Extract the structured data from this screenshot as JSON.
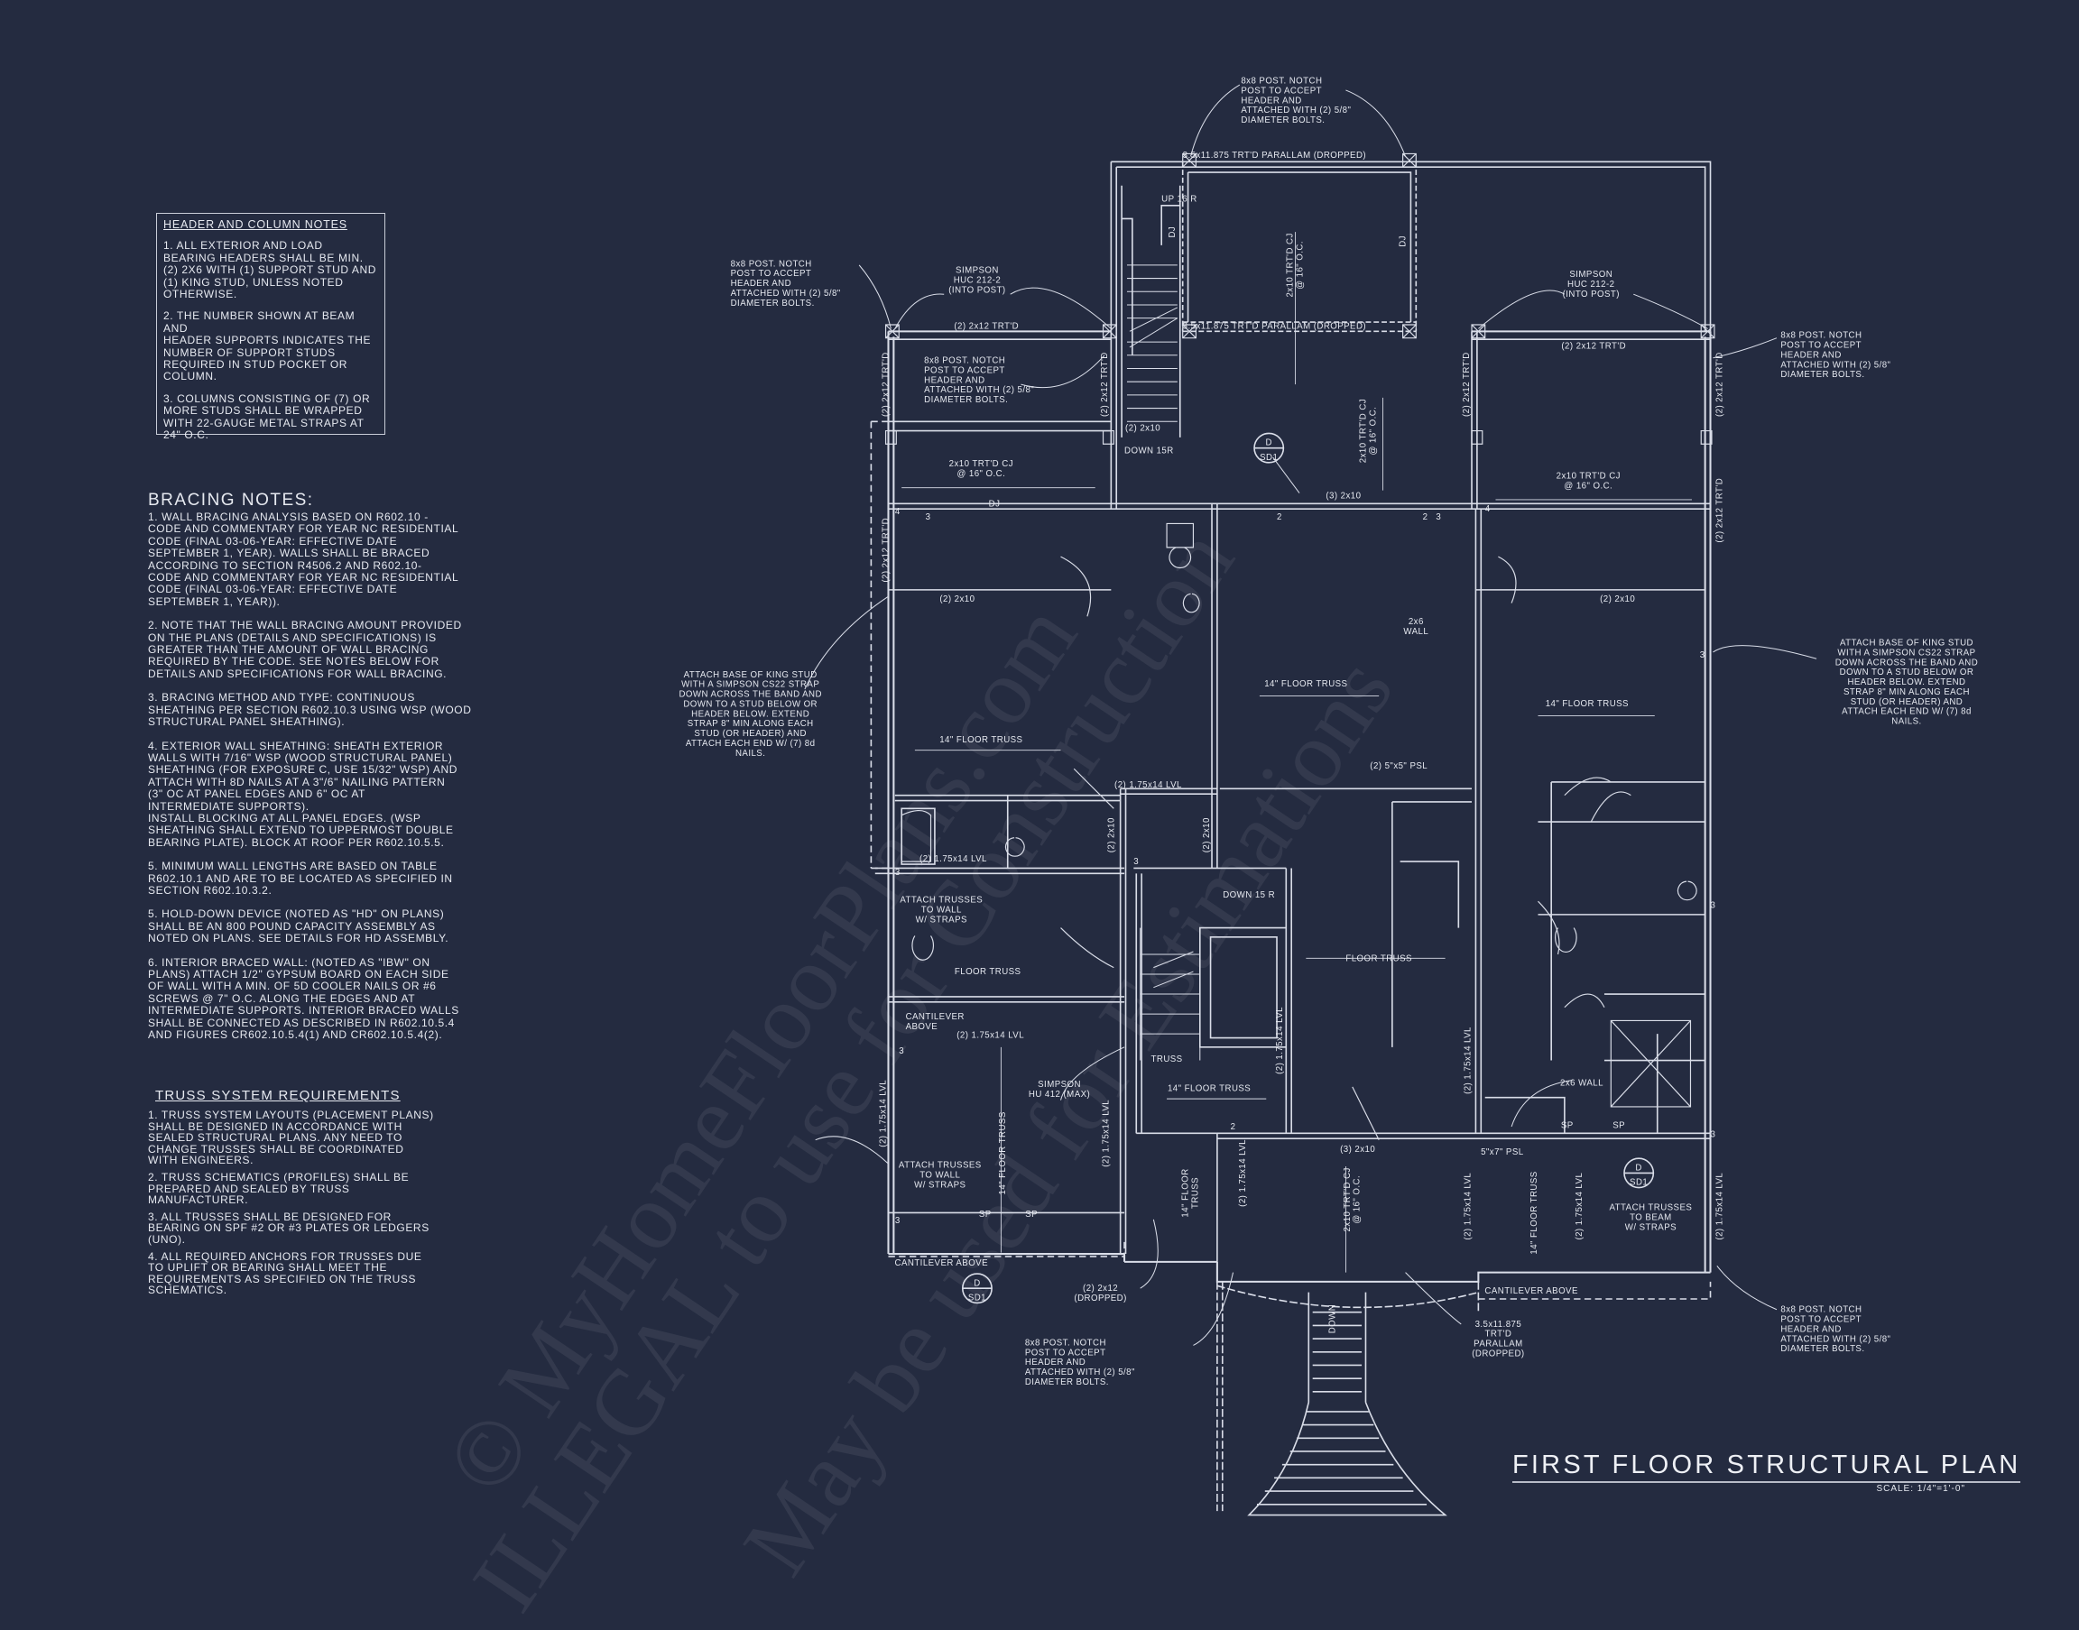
{
  "colors": {
    "background": "#242b40",
    "linework": "#d9dde8"
  },
  "watermark": [
    "© MyHomeFloorPlans.com",
    "ILLEGAL to use for Construction",
    "May be used for Estimations"
  ],
  "header_notes": {
    "title": "HEADER AND COLUMN NOTES",
    "items": [
      [
        "1. ALL EXTERIOR AND LOAD",
        "BEARING HEADERS SHALL BE MIN.",
        "(2) 2x6 WITH (1) SUPPORT STUD AND",
        "(1) KING STUD, UNLESS NOTED",
        "OTHERWISE."
      ],
      [
        "2. THE NUMBER SHOWN AT BEAM AND",
        "HEADER SUPPORTS INDICATES THE",
        "NUMBER OF SUPPORT STUDS",
        "REQUIRED IN STUD POCKET OR",
        "COLUMN."
      ],
      [
        "3. COLUMNS CONSISTING OF (7) OR",
        "MORE STUDS SHALL BE WRAPPED",
        "WITH 22-GAUGE METAL STRAPS AT",
        "24\" O.C."
      ]
    ]
  },
  "bracing_notes": {
    "title": "BRACING NOTES:",
    "items": [
      [
        "1. WALL BRACING ANALYSIS BASED ON R602.10 -",
        "CODE AND COMMENTARY FOR YEAR NC RESIDENTIAL",
        "CODE (FINAL 03-06-YEAR: EFFECTIVE DATE",
        "SEPTEMBER 1, YEAR). WALLS SHALL BE BRACED",
        "ACCORDING TO SECTION R4506.2 AND R602.10-",
        "CODE AND COMMENTARY FOR YEAR NC RESIDENTIAL",
        "CODE (FINAL 03-06-YEAR: EFFECTIVE DATE",
        "SEPTEMBER 1, YEAR))."
      ],
      [
        "2. NOTE THAT THE WALL BRACING AMOUNT PROVIDED",
        "ON THE PLANS (DETAILS AND SPECIFICATIONS) IS",
        "GREATER THAN THE AMOUNT OF WALL BRACING",
        "REQUIRED BY THE CODE. SEE NOTES BELOW FOR",
        "DETAILS AND SPECIFICATIONS FOR WALL BRACING."
      ],
      [
        "3. BRACING METHOD AND TYPE: CONTINUOUS",
        "SHEATHING PER SECTION R602.10.3 USING WSP (WOOD",
        "STRUCTURAL PANEL SHEATHING)."
      ],
      [
        "4. EXTERIOR WALL SHEATHING: SHEATH EXTERIOR",
        "WALLS WITH 7/16\" WSP (WOOD STRUCTURAL PANEL)",
        "SHEATHING (FOR EXPOSURE C, USE 15/32\" WSP) AND",
        "ATTACH WITH 8d NAILS AT A 3\"/6\" NAILING PATTERN",
        "(3\" OC AT PANEL EDGES AND 6\" OC AT",
        "INTERMEDIATE SUPPORTS).",
        "INSTALL BLOCKING AT ALL PANEL EDGES. (WSP",
        "SHEATHING SHALL EXTEND TO UPPERMOST DOUBLE",
        "BEARING PLATE). BLOCK AT ROOF PER R602.10.5.5."
      ],
      [
        "5. MINIMUM WALL LENGTHS ARE BASED ON TABLE",
        "R602.10.1 AND ARE TO BE LOCATED AS SPECIFIED IN",
        "SECTION R602.10.3.2."
      ],
      [
        "5. HOLD-DOWN DEVICE (NOTED AS \"HD\" ON PLANS)",
        "SHALL BE AN 800 POUND CAPACITY ASSEMBLY AS",
        "NOTED ON PLANS. SEE DETAILS FOR HD ASSEMBLY."
      ],
      [
        "6. INTERIOR BRACED WALL: (NOTED AS \"IBW\" ON",
        "PLANS) ATTACH 1/2\" GYPSUM BOARD ON EACH SIDE",
        "OF WALL WITH A MIN. OF 5d COOLER NAILS OR #6",
        "SCREWS @ 7\" O.C. ALONG THE EDGES AND AT",
        "INTERMEDIATE SUPPORTS.  INTERIOR BRACED WALLS",
        "SHALL BE CONNECTED AS DESCRIBED IN R602.10.5.4",
        "AND FIGURES CR602.10.5.4(1) AND CR602.10.5.4(2)."
      ]
    ]
  },
  "truss_notes": {
    "title": "TRUSS SYSTEM REQUIREMENTS",
    "items": [
      [
        "1. TRUSS SYSTEM LAYOUTS (PLACEMENT PLANS)",
        "SHALL BE DESIGNED IN ACCORDANCE WITH",
        "SEALED STRUCTURAL PLANS. ANY NEED TO",
        "CHANGE TRUSSES SHALL BE COORDINATED",
        "WITH  ENGINEERS."
      ],
      [
        "2. TRUSS SCHEMATICS (PROFILES) SHALL BE",
        "PREPARED AND SEALED BY TRUSS",
        "MANUFACTURER."
      ],
      [
        "3. ALL TRUSSES SHALL BE DESIGNED FOR",
        "BEARING ON SPF #2 OR #3 PLATES OR LEDGERS",
        "(UNO)."
      ],
      [
        "4. ALL REQUIRED ANCHORS FOR TRUSSES DUE",
        "TO UPLIFT OR BEARING SHALL MEET THE",
        "REQUIREMENTS AS SPECIFIED ON THE TRUSS",
        "SCHEMATICS."
      ]
    ]
  },
  "plan": {
    "title": "FIRST FLOOR STRUCTURAL PLAN",
    "scale": "SCALE: 1/4\"=1'-0\"",
    "post_callout": [
      "8x8 POST. NOTCH",
      "POST TO ACCEPT",
      "HEADER AND",
      "ATTACHED WITH (2) 5/8\"",
      "DIAMETER BOLTS."
    ],
    "king_stud_callout": [
      "ATTACH BASE OF KING STUD",
      "WITH A SIMPSON CS22 STRAP",
      "DOWN ACROSS THE BAND AND",
      "DOWN TO A STUD BELOW OR",
      "HEADER BELOW.  EXTEND",
      "STRAP 8\" MIN ALONG EACH",
      "STUD (OR HEADER) AND",
      "ATTACH EACH END W/ (7) 8d",
      "NAILS."
    ],
    "simpson_huc": [
      "SIMPSON",
      "HUC 212-2",
      "(INTO POST)"
    ],
    "simpson_hu": [
      "SIMPSON",
      "HU 412 (MAX)"
    ],
    "attach_trusses_wall": [
      "ATTACH TRUSSES",
      "TO WALL",
      "W/ STRAPS"
    ],
    "attach_trusses_beam": [
      "ATTACH TRUSSES",
      "TO BEAM",
      "W/ STRAPS"
    ],
    "cantilever": [
      "CANTILEVER",
      "ABOVE"
    ],
    "cantilever_above": "CANTILEVER  ABOVE",
    "parallam_dropped": "3.5x11.875 TRT'D PARALLAM (DROPPED)",
    "parallam_dropped_stack": [
      "3.5x11.875",
      "TRT'D",
      "PARALLAM",
      "(DROPPED)"
    ],
    "cj": [
      "2x10 TRT'D CJ",
      "@ 16\" O.C."
    ],
    "trtd_2x12": "(2) 2x12 TRT'D",
    "dbl_2x10": "(2) 2x10",
    "tpl_2x10": "(3) 2x10",
    "lvl": "(2) 1.75x14 LVL",
    "floor_truss_14": "14\" FLOOR TRUSS",
    "floor_truss_14_stack": [
      "14\" FLOOR",
      "TRUSS"
    ],
    "floor_truss": "FLOOR TRUSS",
    "truss": "TRUSS",
    "dj": "DJ",
    "up_16r": "UP 16 R",
    "down_15r": "DOWN 15R",
    "down_15_r": "DOWN 15 R",
    "down": "DOWN",
    "wall_2x6": [
      "2x6",
      "WALL"
    ],
    "wall_2x6_inline": "2x6 WALL",
    "psl_5x5": "(2) 5\"x5\" PSL",
    "psl_5x7": "5\"x7\" PSL",
    "sp": "SP",
    "dropped_2x12": [
      "(2) 2x12",
      "(DROPPED)"
    ],
    "detail_tag": {
      "top": "D",
      "bottom": "SD1"
    },
    "stud_counts": [
      "2",
      "3",
      "4"
    ]
  }
}
